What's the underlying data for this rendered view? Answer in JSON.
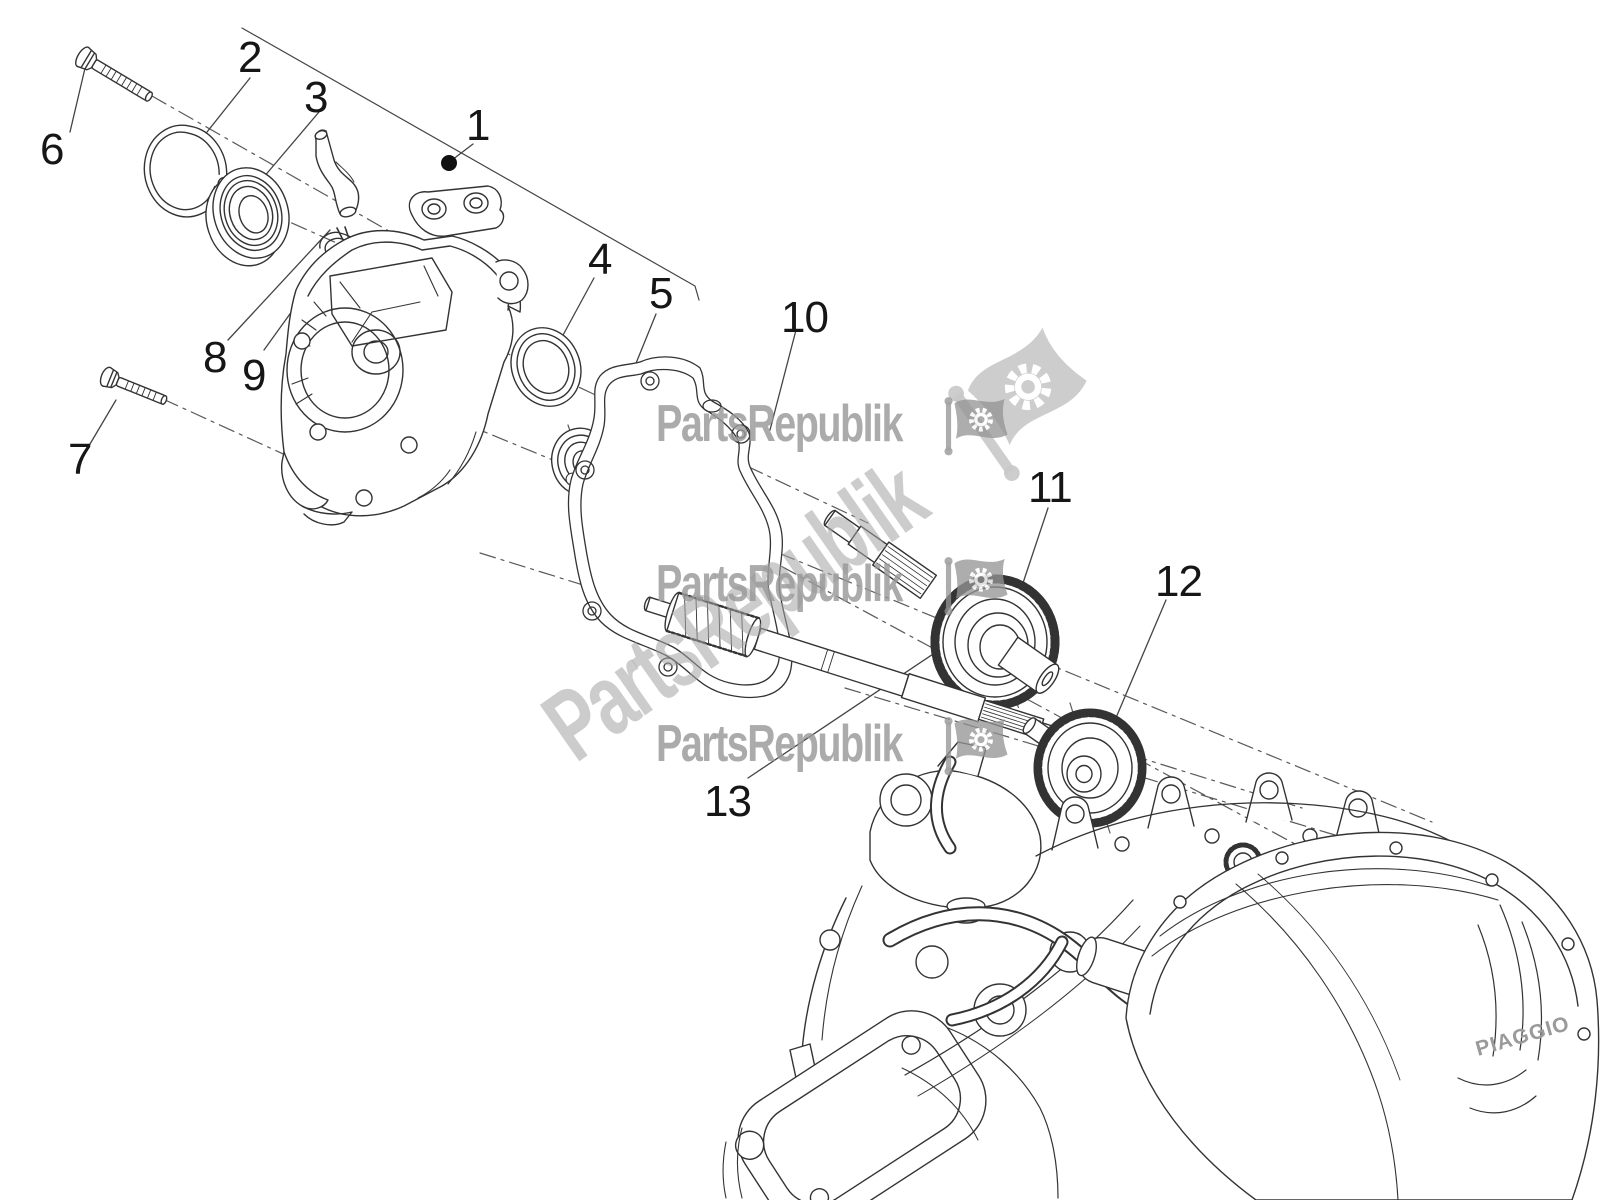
{
  "watermark": {
    "text": "PartsRepublik"
  },
  "engine": {
    "badge": "PIAGGIO"
  },
  "diagram": {
    "title_hint": "reduction-unit-exploded-view",
    "callouts": [
      {
        "number": "1"
      },
      {
        "number": "2"
      },
      {
        "number": "3"
      },
      {
        "number": "4"
      },
      {
        "number": "5"
      },
      {
        "number": "6"
      },
      {
        "number": "7"
      },
      {
        "number": "8"
      },
      {
        "number": "9"
      },
      {
        "number": "10"
      },
      {
        "number": "11"
      },
      {
        "number": "12"
      },
      {
        "number": "13"
      }
    ]
  }
}
